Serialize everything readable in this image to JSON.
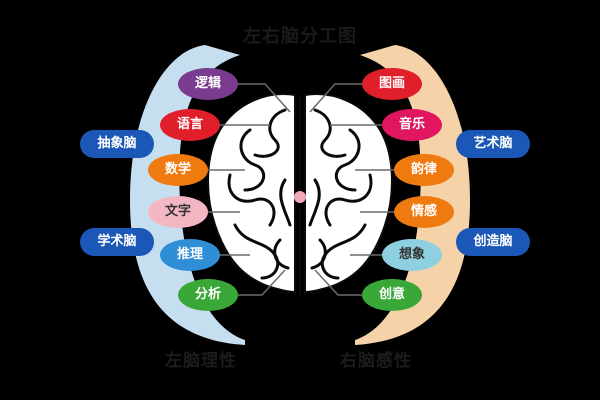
{
  "title": "左右脑分工图",
  "left_caption": "左脑理性",
  "right_caption": "右脑感性",
  "left_groups": [
    {
      "label": "抽象脑",
      "color": "#1b57b7"
    },
    {
      "label": "学术脑",
      "color": "#1b57b7"
    }
  ],
  "right_groups": [
    {
      "label": "艺术脑",
      "color": "#1b57b7"
    },
    {
      "label": "创造脑",
      "color": "#1b57b7"
    }
  ],
  "left_items": [
    {
      "label": "逻辑",
      "color": "#7a3c8e"
    },
    {
      "label": "语言",
      "color": "#e01f2a"
    },
    {
      "label": "数学",
      "color": "#ee7a10"
    },
    {
      "label": "文字",
      "color": "#f3b7c4"
    },
    {
      "label": "推理",
      "color": "#2f8fd6"
    },
    {
      "label": "分析",
      "color": "#3aa838"
    }
  ],
  "right_items": [
    {
      "label": "图画",
      "color": "#e01f2a"
    },
    {
      "label": "音乐",
      "color": "#e0165f"
    },
    {
      "label": "韵律",
      "color": "#ee7a10"
    },
    {
      "label": "情感",
      "color": "#ee7a10"
    },
    {
      "label": "想象",
      "color": "#8fd0e0"
    },
    {
      "label": "创意",
      "color": "#3aa838"
    }
  ],
  "colors": {
    "left_panel": "#c5dff0",
    "right_panel": "#f6d2a8",
    "brain_fill": "#ffffff",
    "brain_stroke": "#0a0a0a",
    "center_dot": "#f3a6b4",
    "background": "#000000"
  }
}
